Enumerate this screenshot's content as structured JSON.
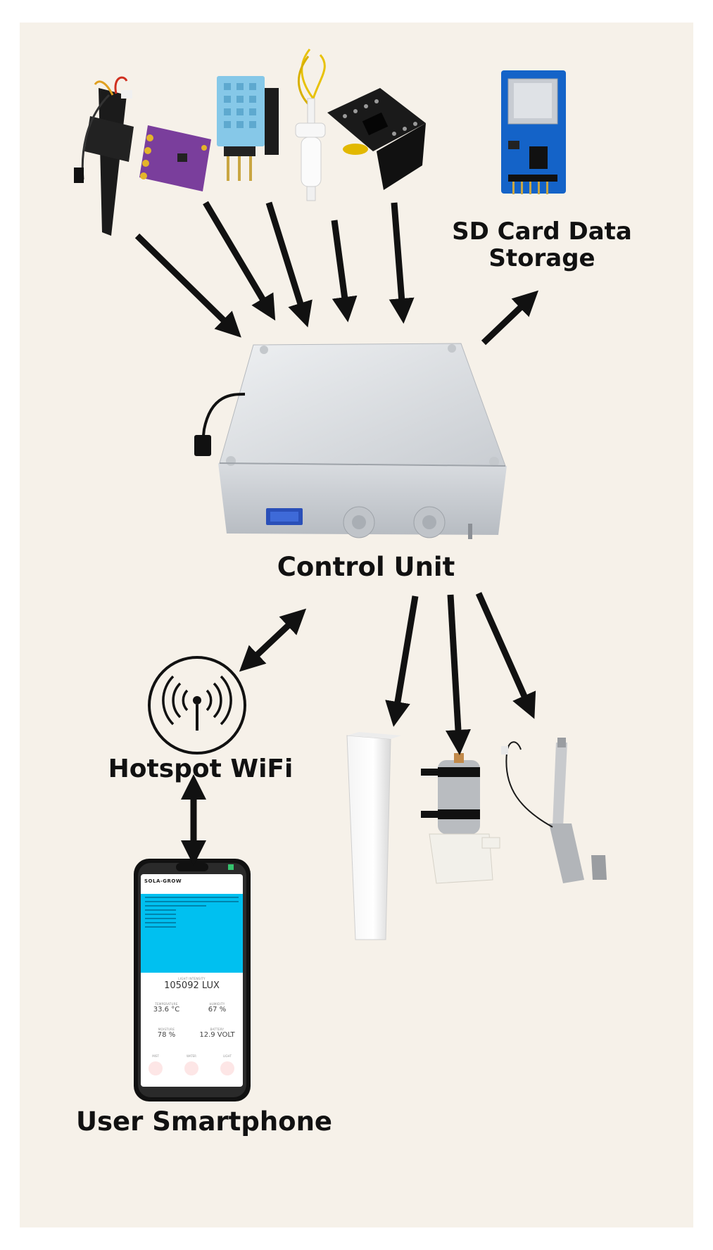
{
  "labels": {
    "sd_storage": "SD Card Data Storage",
    "control_unit": "Control Unit",
    "hotspot": "Hotspot WiFi",
    "smartphone": "User Smartphone"
  },
  "phone_app": {
    "brand": "SOLA-GROW",
    "light_caption": "LIGHT INTENSITY",
    "light_value": "105092 LUX",
    "temperature_caption": "TEMPERATURE",
    "temperature_value": "33.6 °C",
    "humidity_caption": "HUMIDITY",
    "humidity_value": "67 %",
    "moisture_caption": "MOISTURE",
    "moisture_value": "78 %",
    "battery_caption": "BATTERY",
    "battery_value": "12.9 VOLT",
    "button_1": "MIST",
    "button_2": "WATER",
    "button_3": "LIGHT"
  },
  "components": {
    "sensors": [
      "capacitive-soil-moisture-sensor",
      "light-sensor-module",
      "temperature-humidity-sensor",
      "water-level-float-switch",
      "rtc-module"
    ],
    "actuators": [
      "led-light-bar",
      "water-pump",
      "linear-actuator"
    ]
  },
  "colors": {
    "background": "#f6f1e9",
    "arrow": "#111111",
    "phone_panel": "#00c0f0"
  }
}
